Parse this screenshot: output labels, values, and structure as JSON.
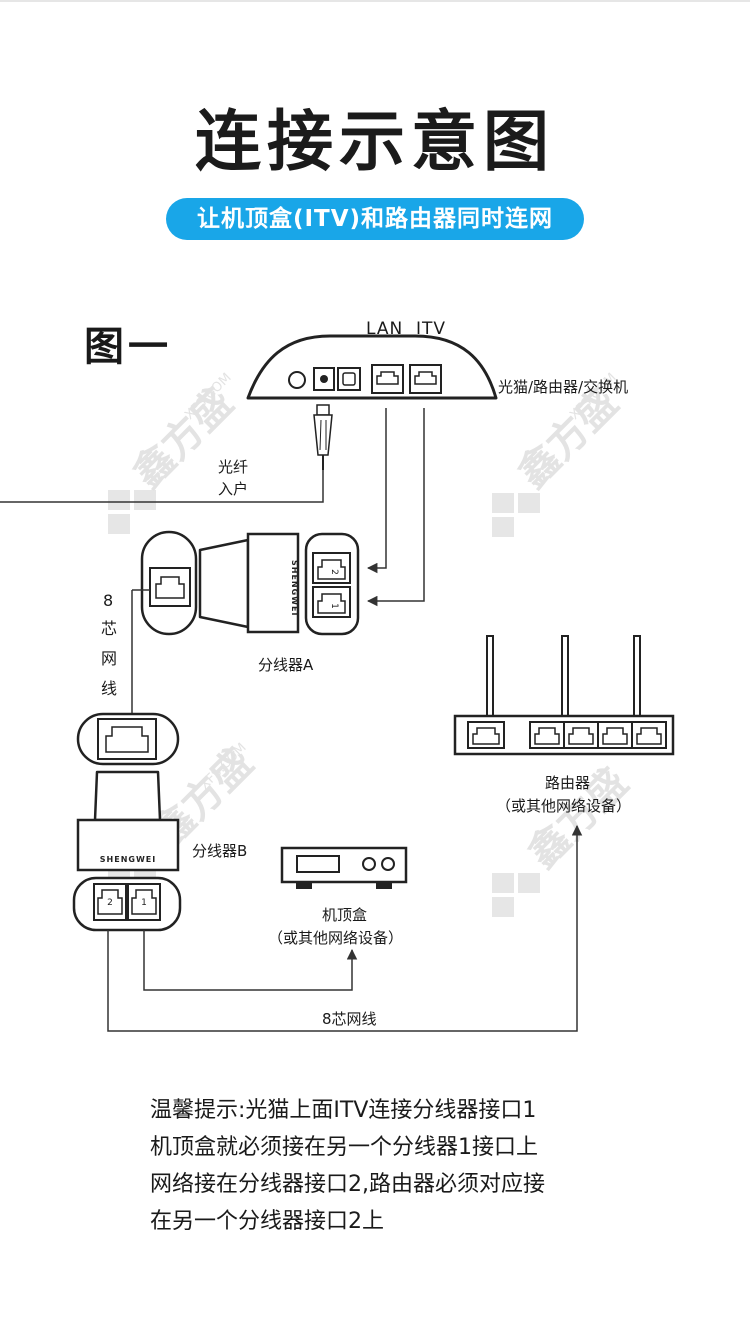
{
  "header": {
    "title": "连接示意图",
    "subtitle": "让机顶盒(ITV)和路由器同时连网"
  },
  "figure": {
    "label": "图一",
    "modem_ports_label": "LAN  ITV",
    "modem_label": "光猫/路由器/交换机",
    "fiber_label": [
      "光纤",
      "入户"
    ],
    "cable_vertical_label": [
      "8",
      "芯",
      "网",
      "线"
    ],
    "splitter_a_label": "分线器A",
    "splitter_b_label": "分线器B",
    "brand_text": "SHENGWEI",
    "port_numbers": [
      "2",
      "1"
    ],
    "settopbox_label": [
      "机顶盒",
      "（或其他网络设备）"
    ],
    "router_label": [
      "路由器",
      "（或其他网络设备）"
    ],
    "bottom_cable_label": "8芯网线",
    "watermark_text": "鑫方盛",
    "watermark_url": "XFS.COM"
  },
  "tip": {
    "lines": [
      "温馨提示:光猫上面ITV连接分线器接口1",
      "机顶盒就必须接在另一个分线器1接口上",
      "网络接在分线器接口2,路由器必须对应接",
      "在另一个分线器接口2上"
    ]
  },
  "colors": {
    "accent": "#19a6e8",
    "line": "#333333",
    "watermark": "#e3e3e3"
  }
}
